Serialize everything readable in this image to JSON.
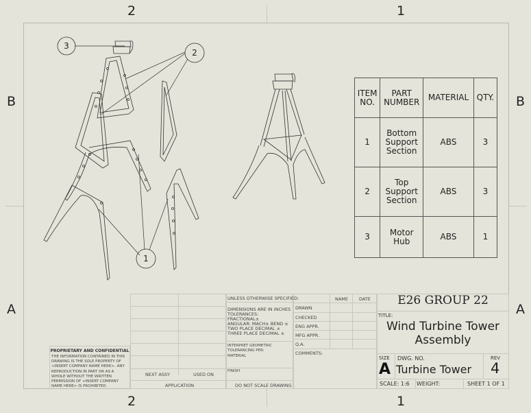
{
  "zones": {
    "top": [
      "2",
      "1"
    ],
    "bottom": [
      "2",
      "1"
    ],
    "left": [
      "B",
      "A"
    ],
    "right": [
      "B",
      "A"
    ]
  },
  "balloons": [
    "3",
    "2",
    "1"
  ],
  "bom": {
    "headers": [
      "ITEM NO.",
      "PART NUMBER",
      "MATERIAL",
      "QTY."
    ],
    "rows": [
      {
        "item": "1",
        "part": "Bottom Support Section",
        "material": "ABS",
        "qty": "3"
      },
      {
        "item": "2",
        "part": "Top Support Section",
        "material": "ABS",
        "qty": "3"
      },
      {
        "item": "3",
        "part": "Motor Hub",
        "material": "ABS",
        "qty": "1"
      }
    ]
  },
  "proprietary": {
    "title": "PROPRIETARY AND CONFIDENTIAL",
    "body": "THE INFORMATION CONTAINED IN THIS DRAWING IS THE SOLE PROPERTY OF <INSERT COMPANY NAME HERE>. ANY REPRODUCTION IN PART OR AS A WHOLE WITHOUT THE WRITTEN PERMISSION OF <INSERT COMPANY NAME HERE> IS PROHIBITED."
  },
  "application": {
    "next_assy": "NEXT ASSY",
    "used_on": "USED ON",
    "label": "APPLICATION"
  },
  "tolerances": {
    "unless": "UNLESS OTHERWISE SPECIFIED:",
    "dims": "DIMENSIONS ARE IN INCHES",
    "tol": "TOLERANCES:",
    "fractional": "FRACTIONAL±",
    "angular": "ANGULAR: MACH±    BEND ±",
    "two_place": "TWO PLACE DECIMAL    ±",
    "three_place": "THREE PLACE DECIMAL  ±",
    "interpret": "INTERPRET GEOMETRIC",
    "tolerancing": "TOLERANCING PER:",
    "material": "MATERIAL",
    "finish": "FINISH",
    "no_scale": "DO NOT SCALE DRAWING"
  },
  "approvals": {
    "name_header": "NAME",
    "date_header": "DATE",
    "rows": [
      "DRAWN",
      "CHECKED",
      "ENG APPR.",
      "MFG APPR.",
      "Q.A."
    ],
    "comments": "COMMENTS:"
  },
  "title_block": {
    "company": "E26 GROUP 22",
    "title_label": "TITLE:",
    "title": "Wind Turbine Tower Assembly",
    "size_label": "SIZE",
    "size": "A",
    "dwg_no_label": "DWG.  NO.",
    "dwg_no": "Turbine Tower",
    "rev_label": "REV",
    "rev": "4",
    "scale": "SCALE: 1:6",
    "weight": "WEIGHT:",
    "sheet": "SHEET 1 OF 1"
  }
}
